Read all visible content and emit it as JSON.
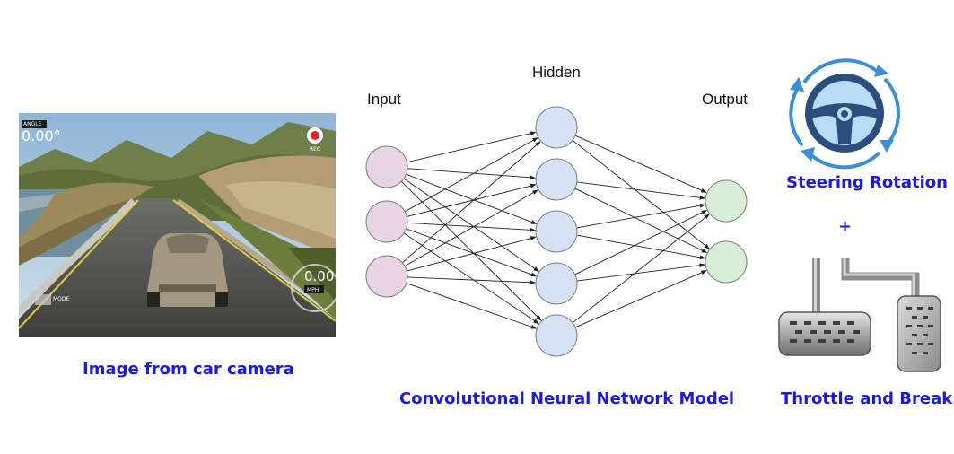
{
  "camera": {
    "angle_tag": "ANGLE",
    "angle_value": "0.00°",
    "rec_tag": "REC",
    "speed_value": "0.00",
    "speed_unit": "MPH",
    "mode_tag": "MODE",
    "caption": "Image from car camera"
  },
  "network": {
    "input_label": "Input",
    "hidden_label": "Hidden",
    "output_label": "Output",
    "caption": "Convolutional Neural Network Model",
    "input_count": 3,
    "hidden_count": 5,
    "output_count": 2,
    "colors": {
      "input": "#e9d3e6",
      "hidden": "#d6e2f4",
      "output": "#d9eed8",
      "stroke": "#7b7b7b",
      "edge": "#222222"
    }
  },
  "controls": {
    "steering_caption": "Steering Rotation",
    "plus": "+",
    "throttle_caption": "Throttle and Break",
    "icons": [
      "steering-wheel-icon",
      "pedals-icon"
    ]
  },
  "colors": {
    "caption": "#1a1ae6",
    "steering_ring": "#3b8fd9",
    "steering_wheel": "#2b4e7d"
  }
}
